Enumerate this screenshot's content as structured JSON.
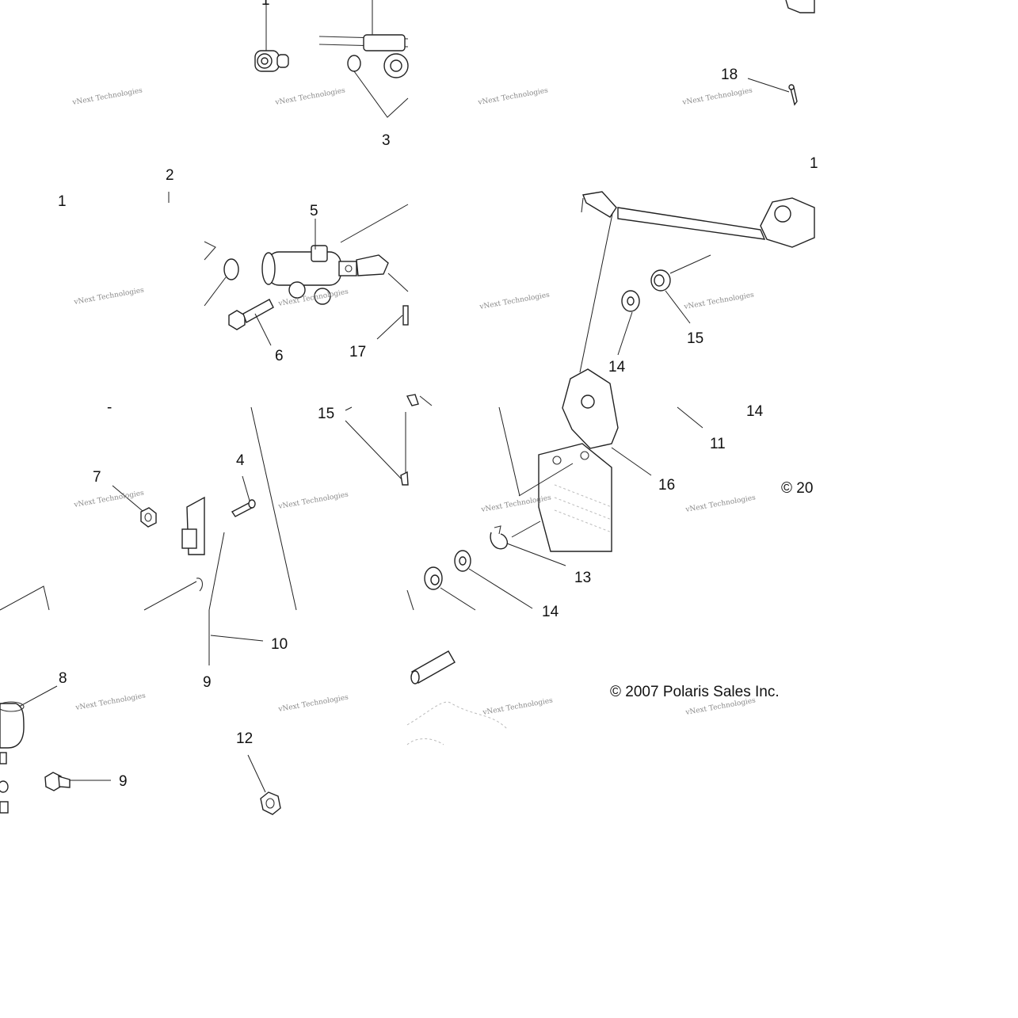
{
  "diagram": {
    "callouts": [
      "1",
      "3",
      "18",
      "2",
      "1",
      "5",
      "17",
      "6",
      "15",
      "14",
      "11",
      "14",
      "15",
      "4",
      "7",
      "16",
      "13",
      "14",
      "10",
      "8",
      "12",
      "9"
    ],
    "copyright": "© 2007 Polaris Sales Inc.",
    "watermark": "vNext Technologies"
  }
}
